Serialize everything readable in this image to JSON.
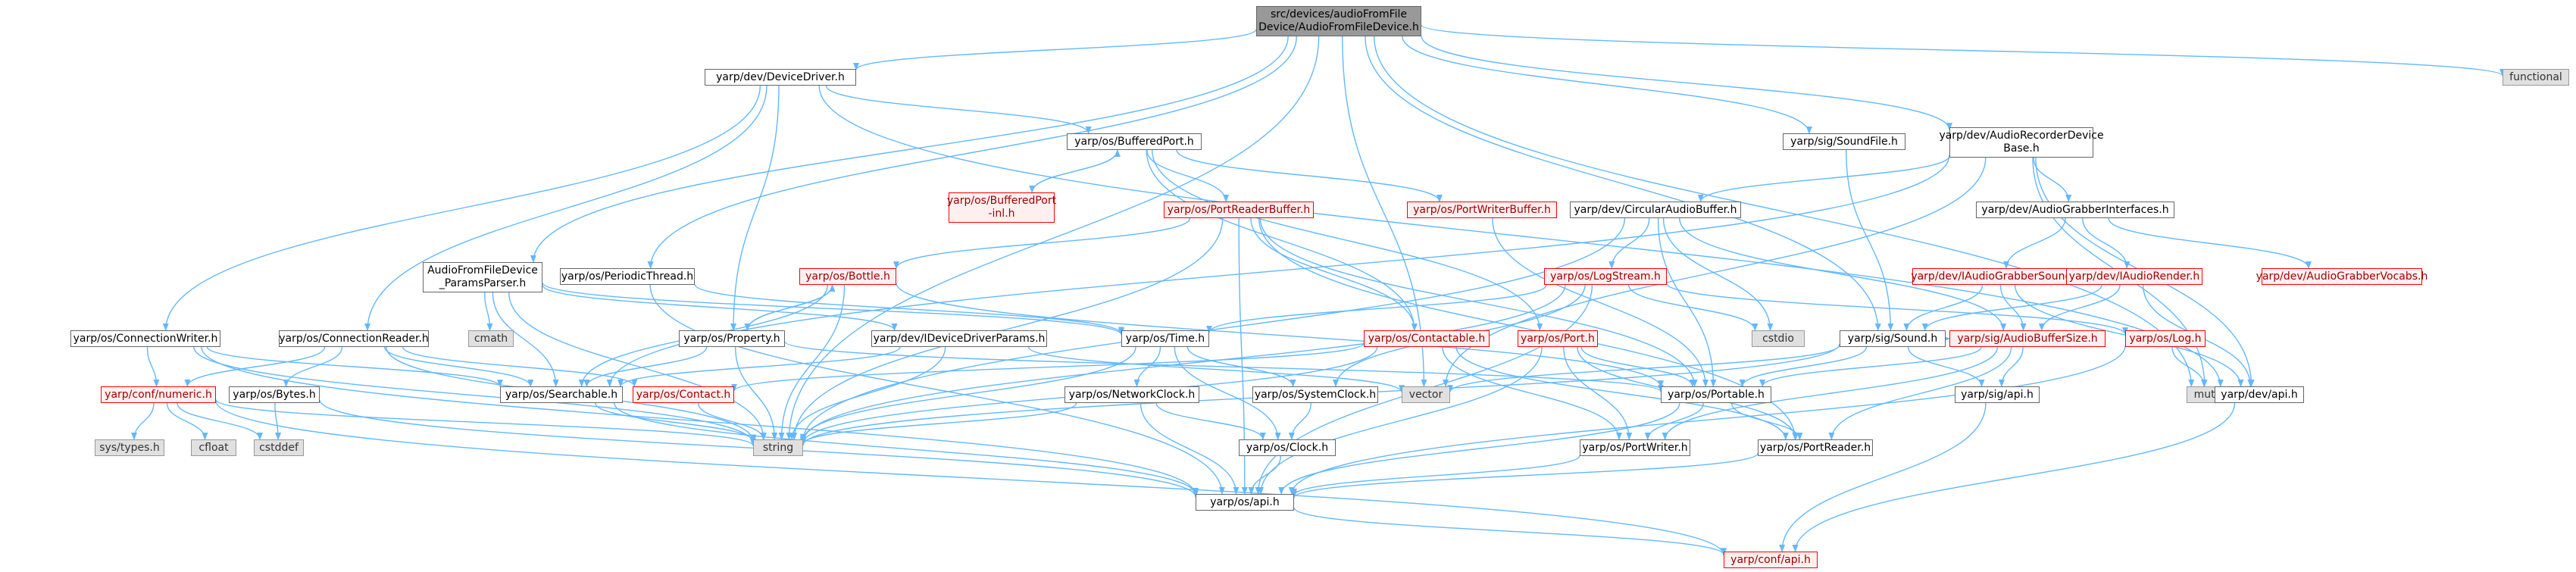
{
  "diagram": {
    "nodes": [
      {
        "id": "root",
        "label": "src/devices/audioFromFile\nDevice/AudioFromFileDevice.h",
        "kind": "root"
      },
      {
        "id": "functional",
        "label": "functional",
        "kind": "ext"
      },
      {
        "id": "devdriver",
        "label": "yarp/dev/DeviceDriver.h",
        "kind": "normal"
      },
      {
        "id": "bufport",
        "label": "yarp/os/BufferedPort.h",
        "kind": "normal"
      },
      {
        "id": "bufportinl",
        "label": "yarp/os/BufferedPort\n-inl.h",
        "kind": "red"
      },
      {
        "id": "portreaderbuf",
        "label": "yarp/os/PortReaderBuffer.h",
        "kind": "red"
      },
      {
        "id": "portwriterbuf",
        "label": "yarp/os/PortWriterBuffer.h",
        "kind": "red"
      },
      {
        "id": "soundfile",
        "label": "yarp/sig/SoundFile.h",
        "kind": "normal"
      },
      {
        "id": "audiorecbase",
        "label": "yarp/dev/AudioRecorderDevice\nBase.h",
        "kind": "normal"
      },
      {
        "id": "circbuf",
        "label": "yarp/dev/CircularAudioBuffer.h",
        "kind": "normal"
      },
      {
        "id": "grabberifaces",
        "label": "yarp/dev/AudioGrabberInterfaces.h",
        "kind": "normal"
      },
      {
        "id": "iaudiograbsound",
        "label": "yarp/dev/IAudioGrabberSound.h",
        "kind": "red"
      },
      {
        "id": "iaudiorender",
        "label": "yarp/dev/IAudioRender.h",
        "kind": "red"
      },
      {
        "id": "grabvocabs",
        "label": "yarp/dev/AudioGrabberVocabs.h",
        "kind": "red"
      },
      {
        "id": "paramsparser",
        "label": "AudioFromFileDevice\n_ParamsParser.h",
        "kind": "normal"
      },
      {
        "id": "periodic",
        "label": "yarp/os/PeriodicThread.h",
        "kind": "normal"
      },
      {
        "id": "bottle",
        "label": "yarp/os/Bottle.h",
        "kind": "red"
      },
      {
        "id": "logstream",
        "label": "yarp/os/LogStream.h",
        "kind": "red"
      },
      {
        "id": "cmath",
        "label": "cmath",
        "kind": "ext"
      },
      {
        "id": "connwriter",
        "label": "yarp/os/ConnectionWriter.h",
        "kind": "normal"
      },
      {
        "id": "connreader",
        "label": "yarp/os/ConnectionReader.h",
        "kind": "normal"
      },
      {
        "id": "property",
        "label": "yarp/os/Property.h",
        "kind": "normal"
      },
      {
        "id": "idevparams",
        "label": "yarp/dev/IDeviceDriverParams.h",
        "kind": "normal"
      },
      {
        "id": "ostime",
        "label": "yarp/os/Time.h",
        "kind": "normal"
      },
      {
        "id": "contactable",
        "label": "yarp/os/Contactable.h",
        "kind": "red"
      },
      {
        "id": "port",
        "label": "yarp/os/Port.h",
        "kind": "red"
      },
      {
        "id": "cstdio",
        "label": "cstdio",
        "kind": "ext"
      },
      {
        "id": "sound",
        "label": "yarp/sig/Sound.h",
        "kind": "normal"
      },
      {
        "id": "audiobufsize",
        "label": "yarp/sig/AudioBufferSize.h",
        "kind": "red"
      },
      {
        "id": "oslog",
        "label": "yarp/os/Log.h",
        "kind": "red"
      },
      {
        "id": "confnumeric",
        "label": "yarp/conf/numeric.h",
        "kind": "red"
      },
      {
        "id": "bytes",
        "label": "yarp/os/Bytes.h",
        "kind": "normal"
      },
      {
        "id": "searchable",
        "label": "yarp/os/Searchable.h",
        "kind": "normal"
      },
      {
        "id": "contact",
        "label": "yarp/os/Contact.h",
        "kind": "red"
      },
      {
        "id": "netclock",
        "label": "yarp/os/NetworkClock.h",
        "kind": "normal"
      },
      {
        "id": "sysclock",
        "label": "yarp/os/SystemClock.h",
        "kind": "normal"
      },
      {
        "id": "vector",
        "label": "vector",
        "kind": "ext"
      },
      {
        "id": "portable",
        "label": "yarp/os/Portable.h",
        "kind": "normal"
      },
      {
        "id": "sigapi",
        "label": "yarp/sig/api.h",
        "kind": "normal"
      },
      {
        "id": "mutex",
        "label": "mutex",
        "kind": "ext"
      },
      {
        "id": "devapi",
        "label": "yarp/dev/api.h",
        "kind": "normal"
      },
      {
        "id": "systypes",
        "label": "sys/types.h",
        "kind": "ext"
      },
      {
        "id": "cfloat",
        "label": "cfloat",
        "kind": "ext"
      },
      {
        "id": "cstddef",
        "label": "cstddef",
        "kind": "ext"
      },
      {
        "id": "string",
        "label": "string",
        "kind": "ext"
      },
      {
        "id": "osclock",
        "label": "yarp/os/Clock.h",
        "kind": "normal"
      },
      {
        "id": "portwriter",
        "label": "yarp/os/PortWriter.h",
        "kind": "normal"
      },
      {
        "id": "portreader",
        "label": "yarp/os/PortReader.h",
        "kind": "normal"
      },
      {
        "id": "osapi",
        "label": "yarp/os/api.h",
        "kind": "normal"
      },
      {
        "id": "confapi",
        "label": "yarp/conf/api.h",
        "kind": "red"
      }
    ],
    "edges": [
      [
        "root",
        "functional"
      ],
      [
        "root",
        "devdriver"
      ],
      [
        "root",
        "paramsparser"
      ],
      [
        "root",
        "periodic"
      ],
      [
        "root",
        "soundfile"
      ],
      [
        "root",
        "audiorecbase"
      ],
      [
        "root",
        "sound"
      ],
      [
        "root",
        "mutex"
      ],
      [
        "root",
        "string"
      ],
      [
        "root",
        "vector"
      ],
      [
        "devdriver",
        "bufport"
      ],
      [
        "devdriver",
        "property"
      ],
      [
        "devdriver",
        "connreader"
      ],
      [
        "devdriver",
        "connwriter"
      ],
      [
        "devdriver",
        "devapi"
      ],
      [
        "bufport",
        "bufportinl"
      ],
      [
        "bufportinl",
        "bufport"
      ],
      [
        "bufport",
        "portreaderbuf"
      ],
      [
        "bufport",
        "portwriterbuf"
      ],
      [
        "bufport",
        "port"
      ],
      [
        "bufport",
        "contactable"
      ],
      [
        "portreaderbuf",
        "bottle"
      ],
      [
        "portreaderbuf",
        "string"
      ],
      [
        "portreaderbuf",
        "portable"
      ],
      [
        "portreaderbuf",
        "portreader"
      ],
      [
        "portreaderbuf",
        "osapi"
      ],
      [
        "portreaderbuf",
        "contactable"
      ],
      [
        "portwriterbuf",
        "portable"
      ],
      [
        "soundfile",
        "sound"
      ],
      [
        "audiorecbase",
        "circbuf"
      ],
      [
        "audiorecbase",
        "grabberifaces"
      ],
      [
        "audiorecbase",
        "mutex"
      ],
      [
        "audiorecbase",
        "devapi"
      ],
      [
        "audiorecbase",
        "vector"
      ],
      [
        "audiorecbase",
        "searchable"
      ],
      [
        "circbuf",
        "logstream"
      ],
      [
        "circbuf",
        "cstdio"
      ],
      [
        "circbuf",
        "audiobufsize"
      ],
      [
        "circbuf",
        "string"
      ],
      [
        "circbuf",
        "portable"
      ],
      [
        "grabberifaces",
        "iaudiograbsound"
      ],
      [
        "grabberifaces",
        "iaudiorender"
      ],
      [
        "grabberifaces",
        "grabvocabs"
      ],
      [
        "iaudiograbsound",
        "sound"
      ],
      [
        "iaudiograbsound",
        "audiobufsize"
      ],
      [
        "iaudiograbsound",
        "devapi"
      ],
      [
        "iaudiorender",
        "sound"
      ],
      [
        "iaudiorender",
        "audiobufsize"
      ],
      [
        "iaudiorender",
        "devapi"
      ],
      [
        "paramsparser",
        "cmath"
      ],
      [
        "paramsparser",
        "idevparams"
      ],
      [
        "paramsparser",
        "searchable"
      ],
      [
        "paramsparser",
        "string"
      ],
      [
        "paramsparser",
        "ostime"
      ],
      [
        "periodic",
        "ostime"
      ],
      [
        "periodic",
        "osapi"
      ],
      [
        "bottle",
        "property"
      ],
      [
        "bottle",
        "searchable"
      ],
      [
        "bottle",
        "string"
      ],
      [
        "bottle",
        "portable"
      ],
      [
        "logstream",
        "ostime"
      ],
      [
        "logstream",
        "oslog"
      ],
      [
        "logstream",
        "cstdio"
      ],
      [
        "logstream",
        "string"
      ],
      [
        "logstream",
        "sysclock"
      ],
      [
        "logstream",
        "osapi"
      ],
      [
        "connwriter",
        "confnumeric"
      ],
      [
        "connwriter",
        "string"
      ],
      [
        "connwriter",
        "osapi"
      ],
      [
        "connwriter",
        "searchable"
      ],
      [
        "connreader",
        "bytes"
      ],
      [
        "connreader",
        "confnumeric"
      ],
      [
        "connreader",
        "contact"
      ],
      [
        "connreader",
        "searchable"
      ],
      [
        "connreader",
        "string"
      ],
      [
        "property",
        "bottle"
      ],
      [
        "property",
        "searchable"
      ],
      [
        "property",
        "string"
      ],
      [
        "property",
        "portable"
      ],
      [
        "idevparams",
        "string"
      ],
      [
        "idevparams",
        "searchable"
      ],
      [
        "idevparams",
        "vector"
      ],
      [
        "ostime",
        "netclock"
      ],
      [
        "ostime",
        "sysclock"
      ],
      [
        "ostime",
        "osclock"
      ],
      [
        "ostime",
        "string"
      ],
      [
        "contactable",
        "contact"
      ],
      [
        "contactable",
        "portwriter"
      ],
      [
        "contactable",
        "portreader"
      ],
      [
        "contactable",
        "string"
      ],
      [
        "port",
        "portable"
      ],
      [
        "port",
        "portwriter"
      ],
      [
        "port",
        "portreader"
      ],
      [
        "port",
        "osapi"
      ],
      [
        "sound",
        "audiobufsize"
      ],
      [
        "sound",
        "sigapi"
      ],
      [
        "sound",
        "portable"
      ],
      [
        "sound",
        "vector"
      ],
      [
        "sound",
        "string"
      ],
      [
        "audiobufsize",
        "sigapi"
      ],
      [
        "audiobufsize",
        "portable"
      ],
      [
        "audiobufsize",
        "portwriter"
      ],
      [
        "audiobufsize",
        "portreader"
      ],
      [
        "oslog",
        "mutex"
      ],
      [
        "oslog",
        "osapi"
      ],
      [
        "confnumeric",
        "systypes"
      ],
      [
        "confnumeric",
        "cfloat"
      ],
      [
        "confnumeric",
        "cstddef"
      ],
      [
        "confnumeric",
        "confapi"
      ],
      [
        "confnumeric",
        "string"
      ],
      [
        "bytes",
        "cstddef"
      ],
      [
        "bytes",
        "osapi"
      ],
      [
        "searchable",
        "string"
      ],
      [
        "searchable",
        "osapi"
      ],
      [
        "contact",
        "string"
      ],
      [
        "netclock",
        "osclock"
      ],
      [
        "netclock",
        "string"
      ],
      [
        "netclock",
        "osapi"
      ],
      [
        "sysclock",
        "osclock"
      ],
      [
        "portable",
        "portwriter"
      ],
      [
        "portable",
        "portreader"
      ],
      [
        "portable",
        "osapi"
      ],
      [
        "portwriter",
        "osapi"
      ],
      [
        "portreader",
        "osapi"
      ],
      [
        "osclock",
        "osapi"
      ],
      [
        "sigapi",
        "confapi"
      ],
      [
        "devapi",
        "confapi"
      ],
      [
        "osapi",
        "confapi"
      ]
    ]
  }
}
